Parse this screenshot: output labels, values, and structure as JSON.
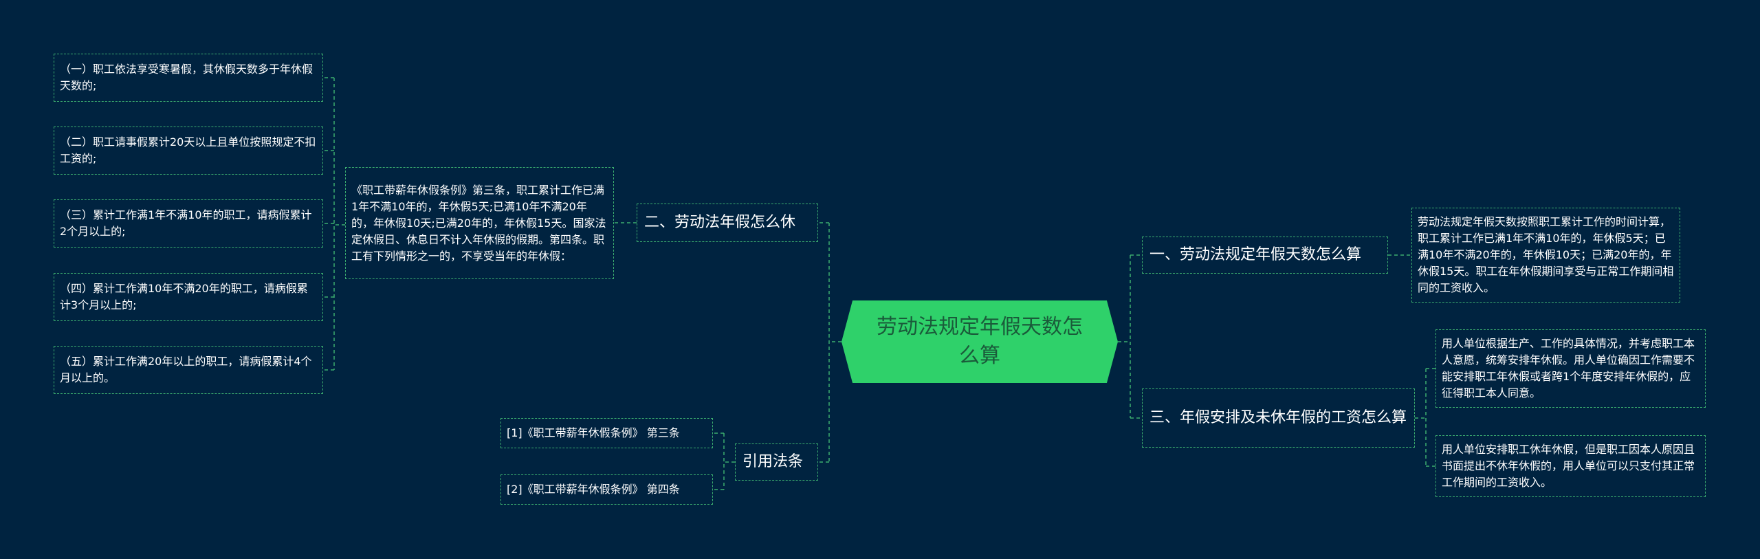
{
  "root": {
    "label": "劳动法规定年假天数怎么算"
  },
  "branches": {
    "rest": {
      "label": "二、劳动法年假怎么休"
    },
    "refs": {
      "label": "引用法条"
    },
    "calc": {
      "label": "一、劳动法规定年假天数怎么算"
    },
    "pay": {
      "label": "三、年假安排及未休年假的工资怎么算"
    }
  },
  "rest_detail": "《职工带薪年休假条例》第三条，职工累计工作已满1年不满10年的，年休假5天;已满10年不满20年的，年休假10天;已满20年的，年休假15天。国家法定休假日、休息日不计入年休假的假期。第四条。职工有下列情形之一的，不享受当年的年休假：",
  "rest_items": [
    "（一）职工依法享受寒暑假，其休假天数多于年休假天数的;",
    "（二）职工请事假累计20天以上且单位按照规定不扣工资的;",
    "（三）累计工作满1年不满10年的职工，请病假累计2个月以上的;",
    "（四）累计工作满10年不满20年的职工，请病假累计3个月以上的;",
    "（五）累计工作满20年以上的职工，请病假累计4个月以上的。"
  ],
  "ref_items": [
    "[1]《职工带薪年休假条例》 第三条",
    "[2]《职工带薪年休假条例》 第四条"
  ],
  "calc_detail": "劳动法规定年假天数按照职工累计工作的时间计算，职工累计工作已满1年不满10年的，年休假5天；已满10年不满20年的，年休假10天；已满20年的，年休假15天。职工在年休假期间享受与正常工作期间相同的工资收入。",
  "pay_items": [
    "用人单位根据生产、工作的具体情况，并考虑职工本人意愿，统筹安排年休假。用人单位确因工作需要不能安排职工年休假或者跨1个年度安排年休假的，应征得职工本人同意。",
    "用人单位安排职工休年休假，但是职工因本人原因且书面提出不休年休假的，用人单位可以只支付其正常工作期间的工资收入。"
  ],
  "colors": {
    "background": "#002340",
    "root_fill": "#2fd16a",
    "root_text": "#1a5b3a",
    "line": "#3cae6f",
    "text": "#ffffff"
  }
}
